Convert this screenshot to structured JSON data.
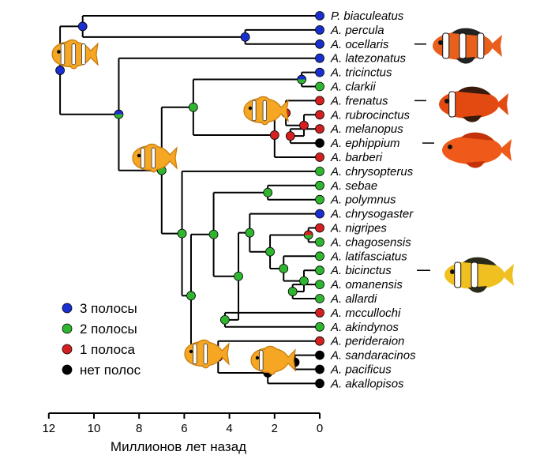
{
  "taxa": [
    {
      "name": "P. biaculeatus",
      "state": "three"
    },
    {
      "name": "A. percula",
      "state": "three"
    },
    {
      "name": "A. ocellaris",
      "state": "three"
    },
    {
      "name": "A. latezonatus",
      "state": "three"
    },
    {
      "name": "A. tricinctus",
      "state": "three"
    },
    {
      "name": "A. clarkii",
      "state": "two"
    },
    {
      "name": "A. frenatus",
      "state": "one"
    },
    {
      "name": "A. rubrocinctus",
      "state": "one"
    },
    {
      "name": "A. melanopus",
      "state": "one"
    },
    {
      "name": "A. ephippium",
      "state": "none"
    },
    {
      "name": "A. barberi",
      "state": "one"
    },
    {
      "name": "A. chrysopterus",
      "state": "two"
    },
    {
      "name": "A. sebae",
      "state": "two"
    },
    {
      "name": "A. polymnus",
      "state": "two"
    },
    {
      "name": "A. chrysogaster",
      "state": "three"
    },
    {
      "name": "A. nigripes",
      "state": "one"
    },
    {
      "name": "A. chagosensis",
      "state": "two"
    },
    {
      "name": "A. latifasciatus",
      "state": "two"
    },
    {
      "name": "A. bicinctus",
      "state": "two"
    },
    {
      "name": "A. omanensis",
      "state": "two"
    },
    {
      "name": "A. allardi",
      "state": "two"
    },
    {
      "name": "A. mccullochi",
      "state": "one"
    },
    {
      "name": "A. akindynos",
      "state": "two"
    },
    {
      "name": "A. perideraion",
      "state": "one"
    },
    {
      "name": "A. sandaracinos",
      "state": "none"
    },
    {
      "name": "A. pacificus",
      "state": "none"
    },
    {
      "name": "A. akallopisos",
      "state": "none"
    }
  ],
  "axis": {
    "label": "Миллионов лет назад",
    "ticks": [
      "12",
      "10",
      "8",
      "6",
      "4",
      "2",
      "0"
    ]
  },
  "legend": [
    {
      "key": "three",
      "label": "3 полосы"
    },
    {
      "key": "two",
      "label": "2 полосы"
    },
    {
      "key": "one",
      "label": "1 полоса"
    },
    {
      "key": "none",
      "label": "нет полос"
    }
  ],
  "colors": {
    "three": "#1a2fd0",
    "two": "#2fb52f",
    "one": "#d42020",
    "none": "#000000",
    "branch": "#000000",
    "fish_orange": "#f5a623"
  },
  "nodes": [
    {
      "age": 11.5,
      "states": [
        "three"
      ]
    },
    {
      "age": 10.5,
      "states": [
        "three"
      ]
    },
    {
      "age": 3.3,
      "states": [
        "three"
      ]
    },
    {
      "age": 8.9,
      "states": [
        "three",
        "two"
      ]
    },
    {
      "age": 5.6,
      "states": [
        "two"
      ]
    },
    {
      "age": 0.8,
      "states": [
        "three",
        "two"
      ]
    },
    {
      "age": 2.0,
      "states": [
        "one"
      ]
    },
    {
      "age": 1.5,
      "states": [
        "one"
      ]
    },
    {
      "age": 0.7,
      "states": [
        "one"
      ]
    },
    {
      "age": 1.3,
      "states": [
        "one"
      ]
    },
    {
      "age": 7.0,
      "states": [
        "two"
      ]
    },
    {
      "age": 6.1,
      "states": [
        "two"
      ]
    },
    {
      "age": 4.7,
      "states": [
        "two"
      ]
    },
    {
      "age": 2.3,
      "states": [
        "two"
      ]
    },
    {
      "age": 3.6,
      "states": [
        "two"
      ]
    },
    {
      "age": 0.5,
      "states": [
        "one",
        "two"
      ]
    },
    {
      "age": 3.1,
      "states": [
        "two"
      ]
    },
    {
      "age": 2.2,
      "states": [
        "two"
      ]
    },
    {
      "age": 1.6,
      "states": [
        "two"
      ]
    },
    {
      "age": 0.7,
      "states": [
        "two"
      ]
    },
    {
      "age": 4.2,
      "states": [
        "two"
      ]
    },
    {
      "age": 1.2,
      "states": [
        "two"
      ]
    },
    {
      "age": 5.7,
      "states": [
        "two"
      ]
    },
    {
      "age": 4.5,
      "states": [
        "two",
        "one"
      ]
    },
    {
      "age": 2.3,
      "states": [
        "one",
        "none"
      ]
    },
    {
      "age": 1.1,
      "states": [
        "none"
      ]
    }
  ],
  "photos": [
    {
      "name": "ocellaris-photo",
      "taxon": "A. ocellaris",
      "body": "#e8601c",
      "fin": "#222222",
      "bands": 3
    },
    {
      "name": "frenatus-photo",
      "taxon": "A. frenatus",
      "body": "#e24a12",
      "fin": "#3a1a0a",
      "bands": 1
    },
    {
      "name": "ephippium-photo",
      "taxon": "A. ephippium",
      "body": "#ef5a1a",
      "fin": "#c4320a",
      "bands": 0
    },
    {
      "name": "bicinctus-photo",
      "taxon": "A. bicinctus",
      "body": "#f0c020",
      "fin": "#2a2a1a",
      "bands": 2
    }
  ]
}
